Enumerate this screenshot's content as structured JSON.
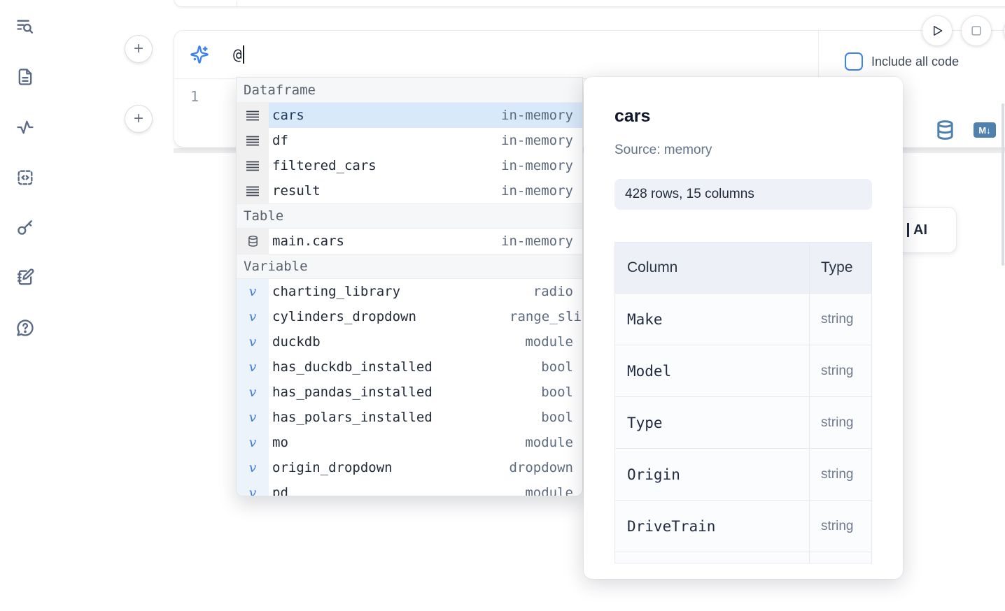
{
  "sidebar": {
    "icons": [
      "table-of-contents-search-icon",
      "file-document-icon",
      "activity-icon",
      "code-snippets-icon",
      "key-icon",
      "scratchpad-icon",
      "help-chat-icon"
    ]
  },
  "toolbar": {
    "run_button_icon": "play-icon",
    "stop_button_icon": "stop-icon"
  },
  "cell": {
    "add_button_label": "+",
    "prompt": {
      "value": "@",
      "placeholder": ""
    },
    "include_all_code_label": "Include all code",
    "line_number": "1",
    "footer_icons": [
      "database-icon",
      "markdown-badge-icon"
    ],
    "markdown_badge": "M↓"
  },
  "ai_button": {
    "visible_label": "AI"
  },
  "autocomplete": {
    "sections": [
      {
        "label": "Dataframe",
        "item_icon": "dataframe-rows-icon",
        "items": [
          {
            "name": "cars",
            "type": "in-memory",
            "selected": true
          },
          {
            "name": "df",
            "type": "in-memory",
            "selected": false
          },
          {
            "name": "filtered_cars",
            "type": "in-memory",
            "selected": false
          },
          {
            "name": "result",
            "type": "in-memory",
            "selected": false
          }
        ]
      },
      {
        "label": "Table",
        "item_icon": "database-icon",
        "items": [
          {
            "name": "main.cars",
            "type": "in-memory",
            "selected": false
          }
        ]
      },
      {
        "label": "Variable",
        "item_icon": "variable-v-icon",
        "items": [
          {
            "name": "charting_library",
            "type": "radio",
            "selected": false
          },
          {
            "name": "cylinders_dropdown",
            "type": "range_sli",
            "selected": false
          },
          {
            "name": "duckdb",
            "type": "module",
            "selected": false
          },
          {
            "name": "has_duckdb_installed",
            "type": "bool",
            "selected": false
          },
          {
            "name": "has_pandas_installed",
            "type": "bool",
            "selected": false
          },
          {
            "name": "has_polars_installed",
            "type": "bool",
            "selected": false
          },
          {
            "name": "mo",
            "type": "module",
            "selected": false
          },
          {
            "name": "origin_dropdown",
            "type": "dropdown",
            "selected": false
          },
          {
            "name": "pd",
            "type": "module",
            "selected": false
          }
        ]
      }
    ]
  },
  "preview": {
    "title": "cars",
    "source_label": "Source: memory",
    "shape_badge": "428 rows, 15 columns",
    "table": {
      "headers": [
        "Column",
        "Type"
      ],
      "rows": [
        {
          "column": "Make",
          "type": "string"
        },
        {
          "column": "Model",
          "type": "string"
        },
        {
          "column": "Type",
          "type": "string"
        },
        {
          "column": "Origin",
          "type": "string"
        },
        {
          "column": "DriveTrain",
          "type": "string"
        }
      ]
    }
  },
  "colors": {
    "accent_blue": "#3b82f6",
    "selected_row_bg": "#d8e9fa",
    "steel_blue_icon": "#4e81ad",
    "sidebar_icon": "#5b6b87",
    "text_dark": "#1f2937",
    "text_gray": "#64748b",
    "badge_bg": "#eef2f8",
    "table_header_bg": "#edf1f7",
    "border": "#e7e9ec"
  }
}
